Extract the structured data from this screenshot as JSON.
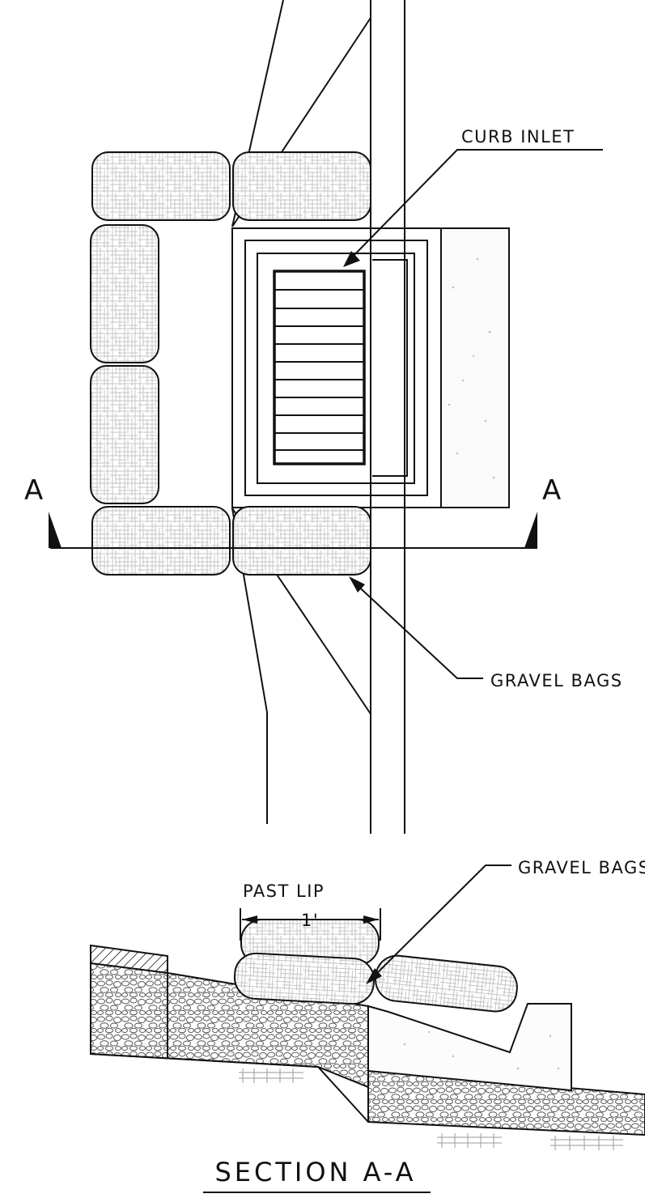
{
  "labels": {
    "curb_inlet": "CURB INLET",
    "gravel_bags_plan": "GRAVEL BAGS",
    "gravel_bags_section": "GRAVEL BAGS",
    "past_lip": "PAST LIP",
    "dimension": "1'",
    "section_left": "A",
    "section_right": "A",
    "section_title": "SECTION A-A"
  }
}
